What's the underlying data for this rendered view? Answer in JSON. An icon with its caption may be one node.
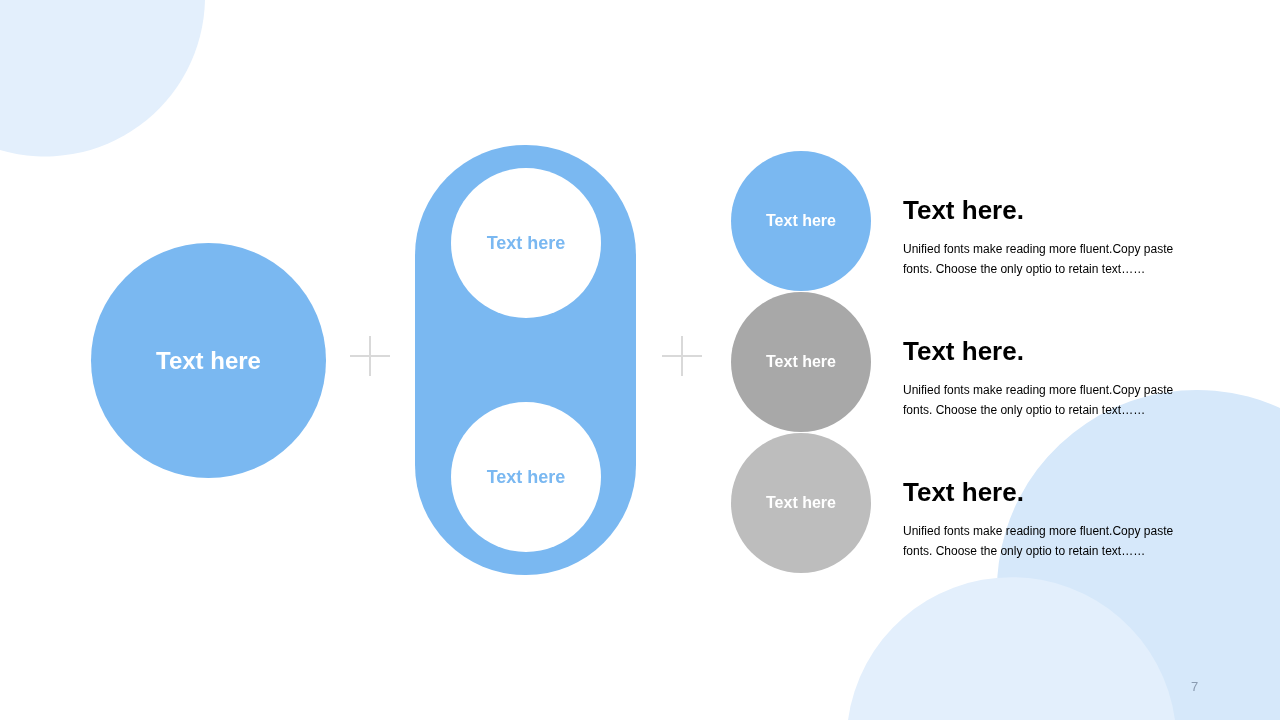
{
  "diagram": {
    "nodes": [
      {
        "text": [
          "Text here"
        ]
      },
      {
        "text": [],
        "shape": "box"
      },
      {
        "text": [
          "Text here"
        ],
        "in": 1
      },
      {
        "text": [
          "Text here"
        ],
        "in": 1
      },
      {
        "text": [
          "Text here"
        ],
        "beside": [
          "Text here.",
          "Unified fonts make reading more fluent.Copy paste fonts. Choose the only optio to retain text……"
        ]
      },
      {
        "text": [
          "Text here"
        ],
        "beside": [
          "Text here.",
          "Unified fonts make reading more fluent.Copy paste fonts. Choose the only optio to retain text……"
        ]
      },
      {
        "text": [
          "Text here"
        ],
        "beside": [
          "Text here.",
          "Unified fonts make reading more fluent.Copy paste fonts. Choose the only optio to retain text……"
        ]
      }
    ],
    "edges": [],
    "labels": [
      "7"
    ]
  }
}
